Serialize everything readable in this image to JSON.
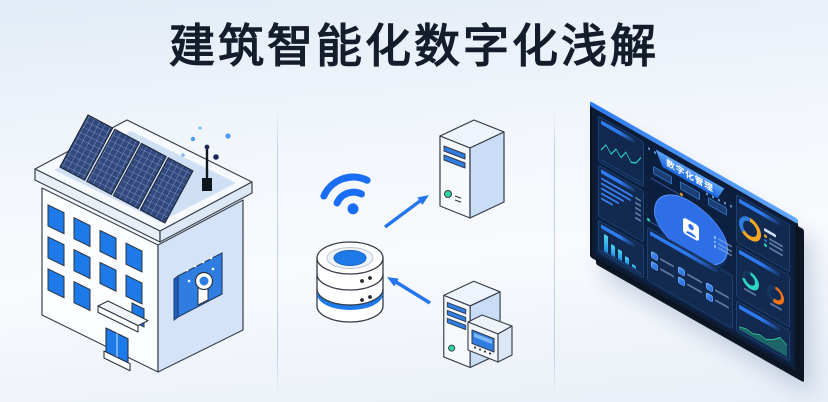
{
  "page": {
    "title": "建筑智能化数字化浅解",
    "background_top": "#e2ebf6",
    "background_bottom": "#e9eff7",
    "title_color": "#151d2c"
  },
  "sections": {
    "building": {
      "name": "智能建筑插画",
      "icons": [
        "solar-panel-icon",
        "antenna-icon",
        "signal-dots-icon",
        "window-icon",
        "door-icon",
        "access-panel-icon",
        "keyhole-icon"
      ]
    },
    "gateway": {
      "name": "物联网数据网关插画",
      "icons": [
        "wifi-icon",
        "database-icon",
        "server-icon",
        "controller-icon",
        "arrow-up-icon",
        "arrow-down-icon"
      ],
      "arrow_color": "#2575f0"
    },
    "dashboard": {
      "name": "数字化大屏显示器",
      "screen_title": "数字化管理"
    }
  },
  "dashboard": {
    "title": "数字化管理",
    "line_chart": {
      "values": [
        30,
        55,
        35,
        60,
        42,
        68,
        45,
        52,
        78
      ],
      "color": "#2dd4bf"
    },
    "ranking_bars": {
      "widths": [
        88,
        74,
        58,
        44,
        30
      ],
      "color": "#3b82f6"
    },
    "bar_chart": {
      "values": [
        95,
        62,
        55,
        38,
        18
      ],
      "color": "#35c8ee"
    },
    "donut_main": {
      "value": 63,
      "color": "#f5a623",
      "rest": "#2f7de0"
    },
    "donut_a": {
      "value": 72,
      "color": "#2dd4bf",
      "rest": "#16365f"
    },
    "donut_b": {
      "value": 55,
      "color": "#f97316",
      "rest": "#16365f"
    },
    "area_chart": {
      "values": [
        14,
        26,
        20,
        36,
        30,
        52,
        86,
        66
      ],
      "color": "#34d399"
    },
    "app_grid": {
      "count": 6
    }
  },
  "colors": {
    "window_blue": "#1d7ae8",
    "panel_blue": "#2f7de0",
    "solar_navy": "#31497e",
    "monitor_edge": "#3f8bf5",
    "screen_bg": "#0c1f3e"
  }
}
